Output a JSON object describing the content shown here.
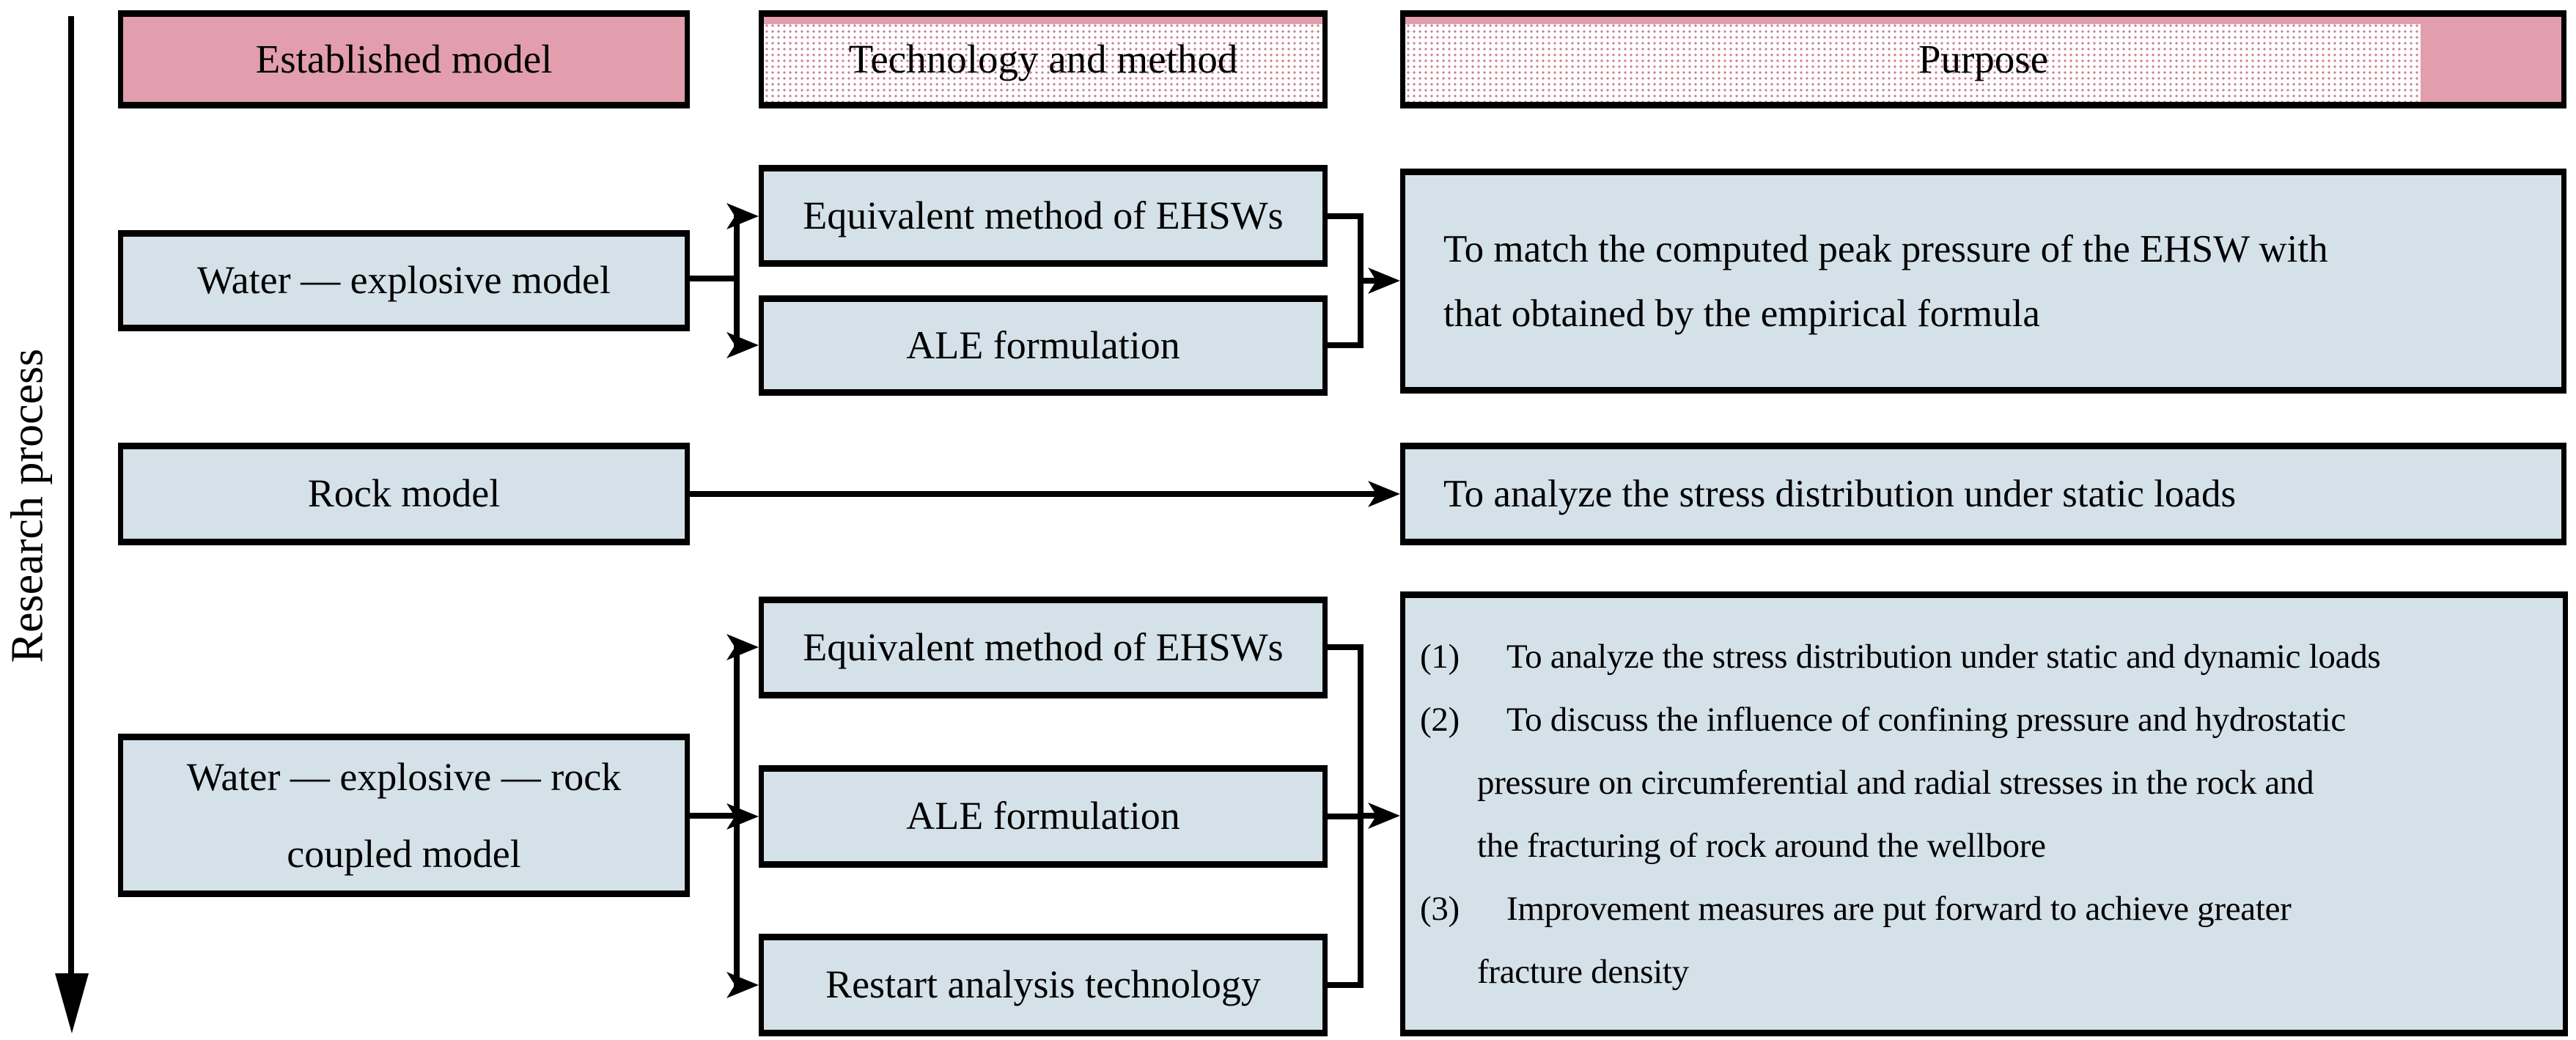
{
  "diagram": {
    "axis_label": "Research process",
    "columns": [
      {
        "label": "Established model"
      },
      {
        "label": "Technology and method"
      },
      {
        "label": "Purpose"
      }
    ],
    "rows": [
      {
        "model": "Water — explosive model",
        "methods": [
          "Equivalent method of EHSWs",
          "ALE formulation"
        ],
        "purpose": "To match the computed peak pressure of the EHSW with\nthat obtained by the empirical formula"
      },
      {
        "model": "Rock model",
        "methods": [],
        "purpose": "To analyze the stress distribution under static loads"
      },
      {
        "model": "Water — explosive — rock coupled model",
        "methods": [
          "Equivalent method of EHSWs",
          "ALE formulation",
          "Restart analysis technology"
        ],
        "purpose_items": [
          {
            "marker": "(1)",
            "text": "To analyze the stress distribution under static and dynamic loads"
          },
          {
            "marker": "(2)",
            "text": "To discuss the influence of confining pressure and hydrostatic\npressure on circumferential and radial stresses in the rock and\nthe fracturing of rock around the wellbore"
          },
          {
            "marker": "(3)",
            "text": "Improvement measures are put forward to achieve greater\nfracture density"
          }
        ]
      }
    ],
    "colors": {
      "header_solid_pink": "#e29ead",
      "header_dot_pink": "#c9808f",
      "box_blue": "#d4e1e9",
      "line_black": "#000000"
    }
  }
}
